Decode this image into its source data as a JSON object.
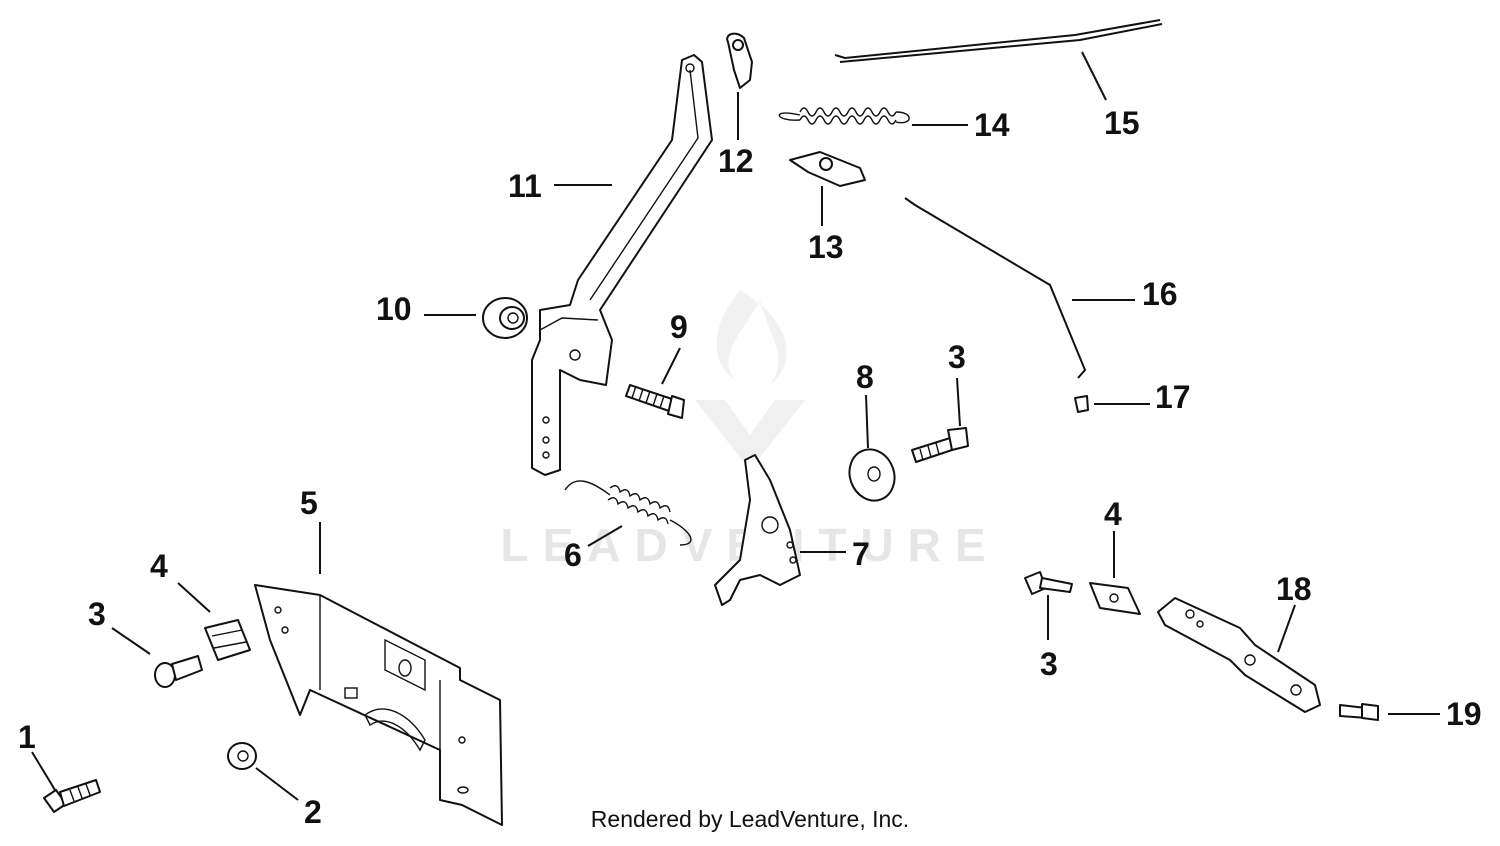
{
  "watermark": "LEADVENTURE",
  "footer": "Rendered by LeadVenture, Inc.",
  "callouts": {
    "c1": "1",
    "c2": "2",
    "c3a": "3",
    "c3b": "3",
    "c3c": "3",
    "c4a": "4",
    "c4b": "4",
    "c5": "5",
    "c6": "6",
    "c7": "7",
    "c8": "8",
    "c9": "9",
    "c10": "10",
    "c11": "11",
    "c12": "12",
    "c13": "13",
    "c14": "14",
    "c15": "15",
    "c16": "16",
    "c17": "17",
    "c18": "18",
    "c19": "19"
  }
}
